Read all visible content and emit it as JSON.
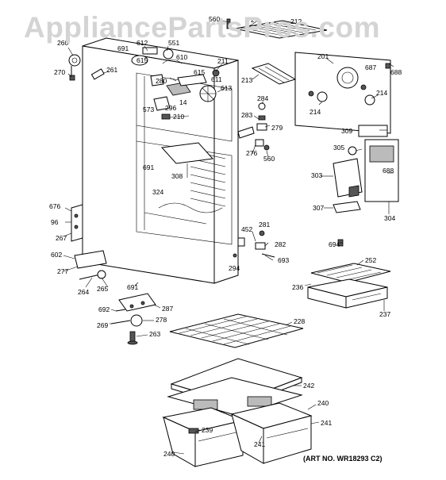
{
  "watermark": "AppliancePartsPros.com",
  "art_no": "(ART NO. WR18293 C2)",
  "part_labels": [
    "560",
    "27",
    "212",
    "201",
    "688",
    "612",
    "551",
    "691",
    "615",
    "610",
    "260",
    "270",
    "261",
    "211",
    "280",
    "615",
    "611",
    "613",
    "213",
    "687",
    "214",
    "214",
    "284",
    "573",
    "296",
    "14",
    "210",
    "283",
    "279",
    "309",
    "305",
    "276",
    "560",
    "691",
    "308",
    "303",
    "688",
    "324",
    "676",
    "96",
    "267",
    "452",
    "281",
    "282",
    "307",
    "304",
    "694",
    "602",
    "693",
    "294",
    "252",
    "277",
    "264",
    "265",
    "691",
    "236",
    "237",
    "692",
    "287",
    "278",
    "269",
    "263",
    "228",
    "242",
    "240",
    "239",
    "241",
    "241",
    "240"
  ]
}
